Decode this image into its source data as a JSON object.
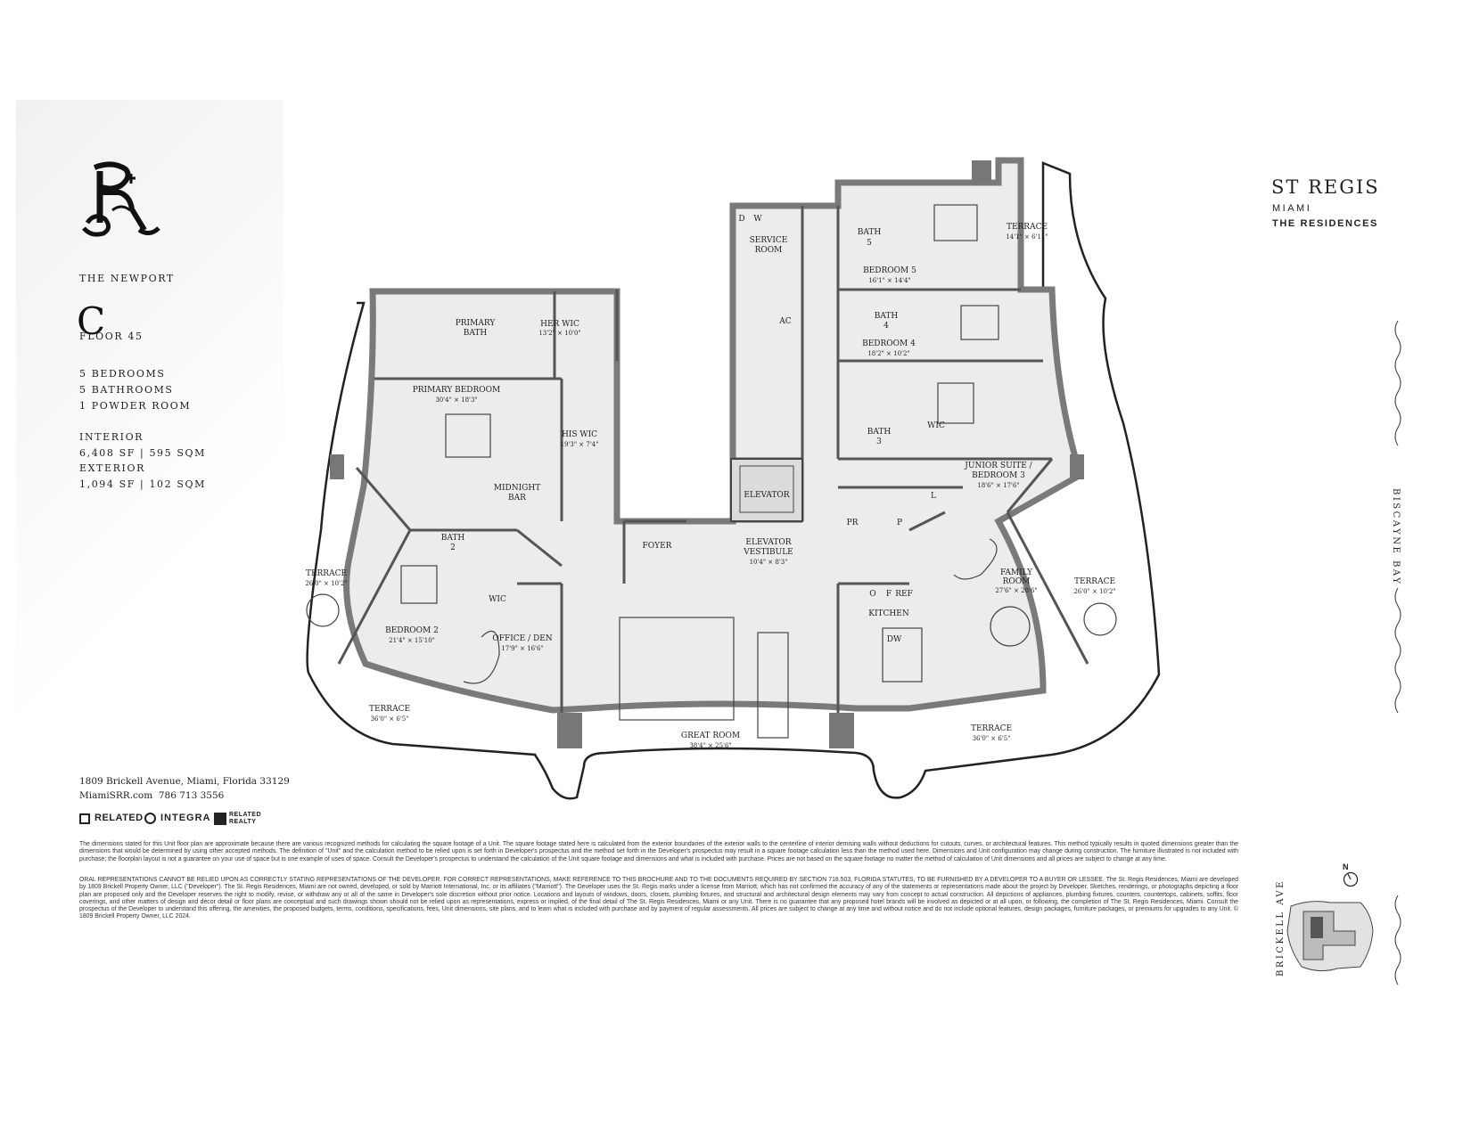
{
  "unit": {
    "name": "THE NEWPORT",
    "letter": "C",
    "floor": "FLOOR 45",
    "bedrooms": "5 BEDROOMS",
    "bathrooms": "5 BATHROOMS",
    "powder": "1 POWDER ROOM",
    "interior_label": "INTERIOR",
    "interior_value": "6,408 SF | 595 SQM",
    "exterior_label": "EXTERIOR",
    "exterior_value": "1,094 SF | 102 SQM"
  },
  "contact": {
    "address": "1809 Brickell Avenue, Miami, Florida 33129",
    "website_phone": "MiamiSRR.com  786 713 3556"
  },
  "brands": {
    "related": "RELATED",
    "integra": "INTEGRA",
    "related_realty_1": "RELATED",
    "related_realty_2": "REALTY",
    "stregis": "ST REGIS",
    "miami": "MIAMI",
    "residences": "THE RESIDENCES"
  },
  "orientation": {
    "bay": "BISCAYNE BAY",
    "avenue": "BRICKELL AVE",
    "north": "N"
  },
  "rooms": {
    "service_room": "SERVICE",
    "service_room_2": "ROOM",
    "d": "D",
    "w": "W",
    "ac": "AC",
    "bath5": "BATH",
    "bath5_num": "5",
    "bedroom5": "BEDROOM 5",
    "bedroom5_dim": "16'1\" × 14'4\"",
    "terrace_ne": "TERRACE",
    "terrace_ne_dim": "14'1\" × 6'11\"",
    "bath4": "BATH",
    "bath4_num": "4",
    "bedroom4": "BEDROOM 4",
    "bedroom4_dim": "18'2\" × 10'2\"",
    "bath3": "BATH",
    "bath3_num": "3",
    "wic_jr": "WIC",
    "junior_suite": "JUNIOR SUITE /",
    "junior_suite_2": "BEDROOM 3",
    "junior_suite_dim": "18'6\" × 17'6\"",
    "pr": "PR",
    "p": "P",
    "l": "L",
    "family_room": "FAMILY",
    "family_room_2": "ROOM",
    "family_room_dim": "27'6\" × 20'6\"",
    "terrace_e": "TERRACE",
    "terrace_e_dim": "26'0\" × 10'2\"",
    "kitchen": "KITCHEN",
    "o": "O",
    "f": "F",
    "ref": "REF",
    "dw": "DW",
    "terrace_se": "TERRACE",
    "terrace_se_dim": "36'0\" × 6'5\"",
    "great_room": "GREAT ROOM",
    "great_room_dim": "38'4\" × 25'6\"",
    "elevator": "ELEVATOR",
    "elevator_vestibule": "ELEVATOR",
    "elevator_vestibule_2": "VESTIBULE",
    "elevator_vestibule_dim": "10'4\" × 8'3\"",
    "foyer": "FOYER",
    "primary_bath": "PRIMARY",
    "primary_bath_2": "BATH",
    "her_wic": "HER WIC",
    "her_wic_dim": "13'2\" × 10'0\"",
    "primary_bedroom": "PRIMARY BEDROOM",
    "primary_bedroom_dim": "30'4\" × 18'3\"",
    "his_wic": "HIS WIC",
    "his_wic_dim": "19'3\" × 7'4\"",
    "midnight_bar": "MIDNIGHT",
    "midnight_bar_2": "BAR",
    "bath2": "BATH",
    "bath2_num": "2",
    "wic": "WIC",
    "terrace_w": "TERRACE",
    "terrace_w_dim": "26'0\" × 10'2\"",
    "bedroom2": "BEDROOM 2",
    "bedroom2_dim": "21'4\" × 15'10\"",
    "office": "OFFICE / DEN",
    "office_dim": "17'9\" × 16'6\"",
    "terrace_sw": "TERRACE",
    "terrace_sw_dim": "36'0\" × 6'5\""
  },
  "disclaimer": {
    "p1": "The dimensions stated for this Unit floor plan are approximate because there are various recognized methods for calculating the square footage of a Unit. The square footage stated here is calculated from the exterior boundaries of the exterior walls to the centerline of interior demising walls without deductions for cutouts, curves, or architectural features. This method typically results in quoted dimensions greater than the dimensions that would be determined by using other accepted methods. The definition of \"Unit\" and the calculation method to be relied upon is set forth in Developer's prospectus and the method set forth in the Developer's prospectus may result in a square footage calculation less than the method used here. Dimensions and Unit configuration may change during construction. The furniture illustrated is not included with purchase; the floorplan layout is not a guarantee on your use of space but is one example of uses of space. Consult the Developer's prospectus to understand the calculation of the Unit square footage and dimensions and what is included with purchase. Prices are not based on the square footage no matter the method of calculation of Unit dimensions and all prices are subject to change at any time.",
    "p2": "ORAL REPRESENTATIONS CANNOT BE RELIED UPON AS CORRECTLY STATING REPRESENTATIONS OF THE DEVELOPER. FOR CORRECT REPRESENTATIONS, MAKE REFERENCE TO THIS BROCHURE AND TO THE DOCUMENTS REQUIRED BY SECTION 718.503, FLORIDA STATUTES, TO BE FURNISHED BY A DEVELOPER TO A BUYER OR LESSEE. The St. Regis Residences, Miami are developed by 1809 Brickell Property Owner, LLC (\"Developer\"). The St. Regis Residences, Miami are not owned, developed, or sold by Marriott International, Inc. or its affiliates (\"Marriott\"). The Developer uses the St. Regis marks under a license from Marriott, which has not confirmed the accuracy of any of the statements or representations made about the project by Developer. Sketches, renderings, or photographs depicting a floor plan are proposed only and the Developer reserves the right to modify, revise, or withdraw any or all of the same in Developer's sole discretion without prior notice. Locations and layouts of windows, doors, closets, plumbing fixtures, and structural and architectural design elements may vary from concept to actual construction. All depictions of appliances, plumbing fixtures, counters, countertops, cabinets, soffits, floor coverings, and other matters of design and décor detail or floor plans are conceptual and such drawings shown should not be relied upon as representations, express or implied, of the final detail of The St. Regis Residences, Miami or any Unit. There is no guarantee that any proposed hotel brands will be involved as depicted or at all upon, or following, the completion of The St. Regis Residences, Miami. Consult the prospectus of the Developer to understand this offering, the amenities, the proposed budgets, terms, conditions, specifications, fees, Unit dimensions, site plans, and to learn what is included with purchase and by payment of regular assessments. All prices are subject to change at any time and without notice and do not include optional features, design packages, furniture packages, or premiums for upgrades to any Unit. © 1809 Brickell Property Owner, LLC 2024."
  }
}
